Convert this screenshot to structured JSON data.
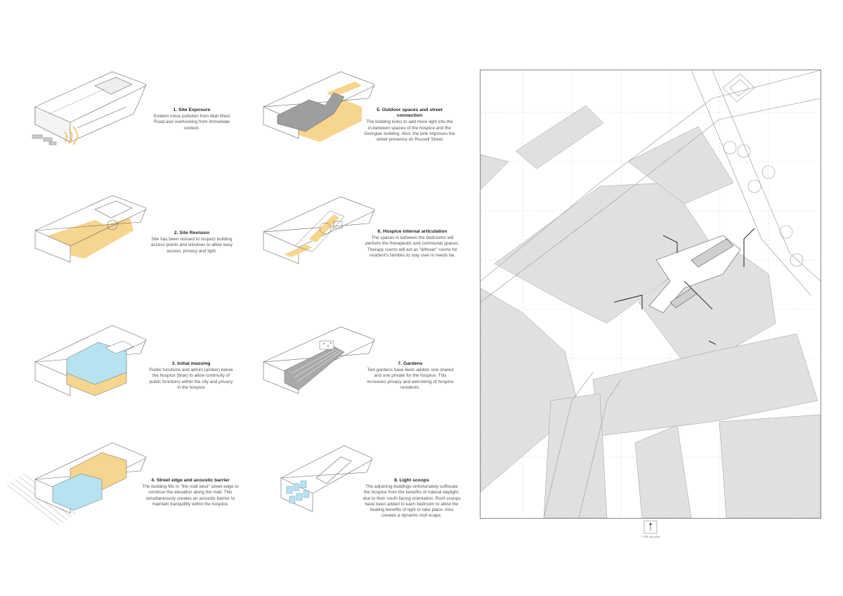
{
  "steps": [
    {
      "title": "1. Site Exposure",
      "text": "Evident noise pollution from Mall West Road and overlooking from immediate context."
    },
    {
      "title": "2. Site Revision",
      "text": "Site has been revised to respect building access points and windows to allow easy access, privacy and light."
    },
    {
      "title": "3. Initial massing",
      "text": "Public functions and admin (amber) below the hospice (blue) to allow continuity of public functions within the city and privacy in the hospice"
    },
    {
      "title": "4. Street edge and acoustic barrier",
      "text": "The building fills in \"the mall west\" street edge to continue the elevation along the mall. This simultaneously creates an acoustic barrier to maintain tranquillity within the hospice."
    },
    {
      "title": "5. Outdoor spaces and street connection",
      "text": "The building kinks to add more light into the in-between spaces of the hospice and the Georgian building. Also, the kink improves the street presence on Russell Street"
    },
    {
      "title": "6. Hospice internal articulation",
      "text": "The spaces in between the bedrooms will perform the therapeutic and communal spaces. Therapy rooms will act as \"leftover\" rooms for resident's families to stay over in needs be."
    },
    {
      "title": "7. Gardens",
      "text": "Two gardens have been added, one shared and one private for the hospice. This increases privacy and well-being of hospice residents."
    },
    {
      "title": "8. Light scoops",
      "text": "The adjoining buildings unfortunately suffocate the hospice from the benefits of natural daylight, due to their south facing orientation. Roof scoops have been added to each bedroom to allow the healing benefits of light to take place. Also creates a dynamic roof-scape."
    }
  ],
  "scale_label": "1:500 site plan",
  "colors": {
    "amber": "#f6d58e",
    "blue": "#b7e3f1",
    "grey": "#aaaaaa",
    "line": "#666666"
  }
}
